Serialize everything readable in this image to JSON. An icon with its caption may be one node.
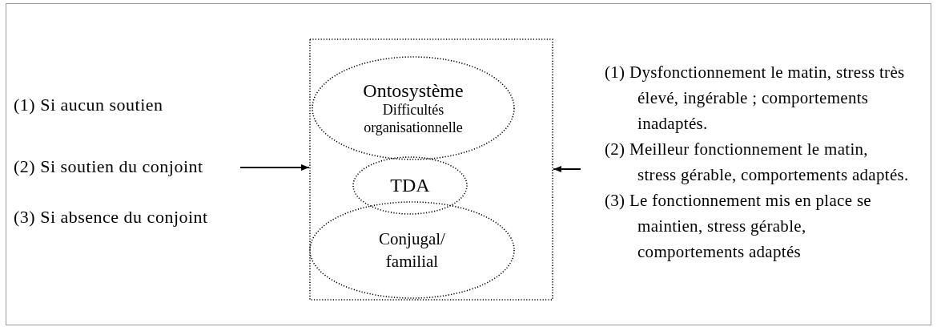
{
  "diagram": {
    "nodes": [
      {
        "text": [
          "(1) Si aucun soutien",
          "(2) Si soutien du conjoint",
          "(3) Si absence du conjoint"
        ]
      },
      {
        "text": [],
        "shape": "box"
      },
      {
        "text": [
          "Ontosystème",
          "Difficultés organisationnelle"
        ],
        "in": 1
      },
      {
        "text": [
          "TDA"
        ],
        "in": 1
      },
      {
        "text": [
          "Conjugal/ familial"
        ],
        "in": 1
      },
      {
        "text": [
          "(1) Dysfonctionnement le matin, stress très élevé, ingérable ; comportements inadaptés.",
          "(2) Meilleur fonctionnement le matin, stress gérable, comportements adaptés.",
          "(3) Le fonctionnement mis en place se maintien, stress gérable, comportements adaptés"
        ]
      }
    ],
    "edges": [
      {
        "from": 0,
        "to": 1,
        "arrow": "to"
      },
      {
        "from": 5,
        "to": 1,
        "arrow": "to"
      }
    ]
  }
}
